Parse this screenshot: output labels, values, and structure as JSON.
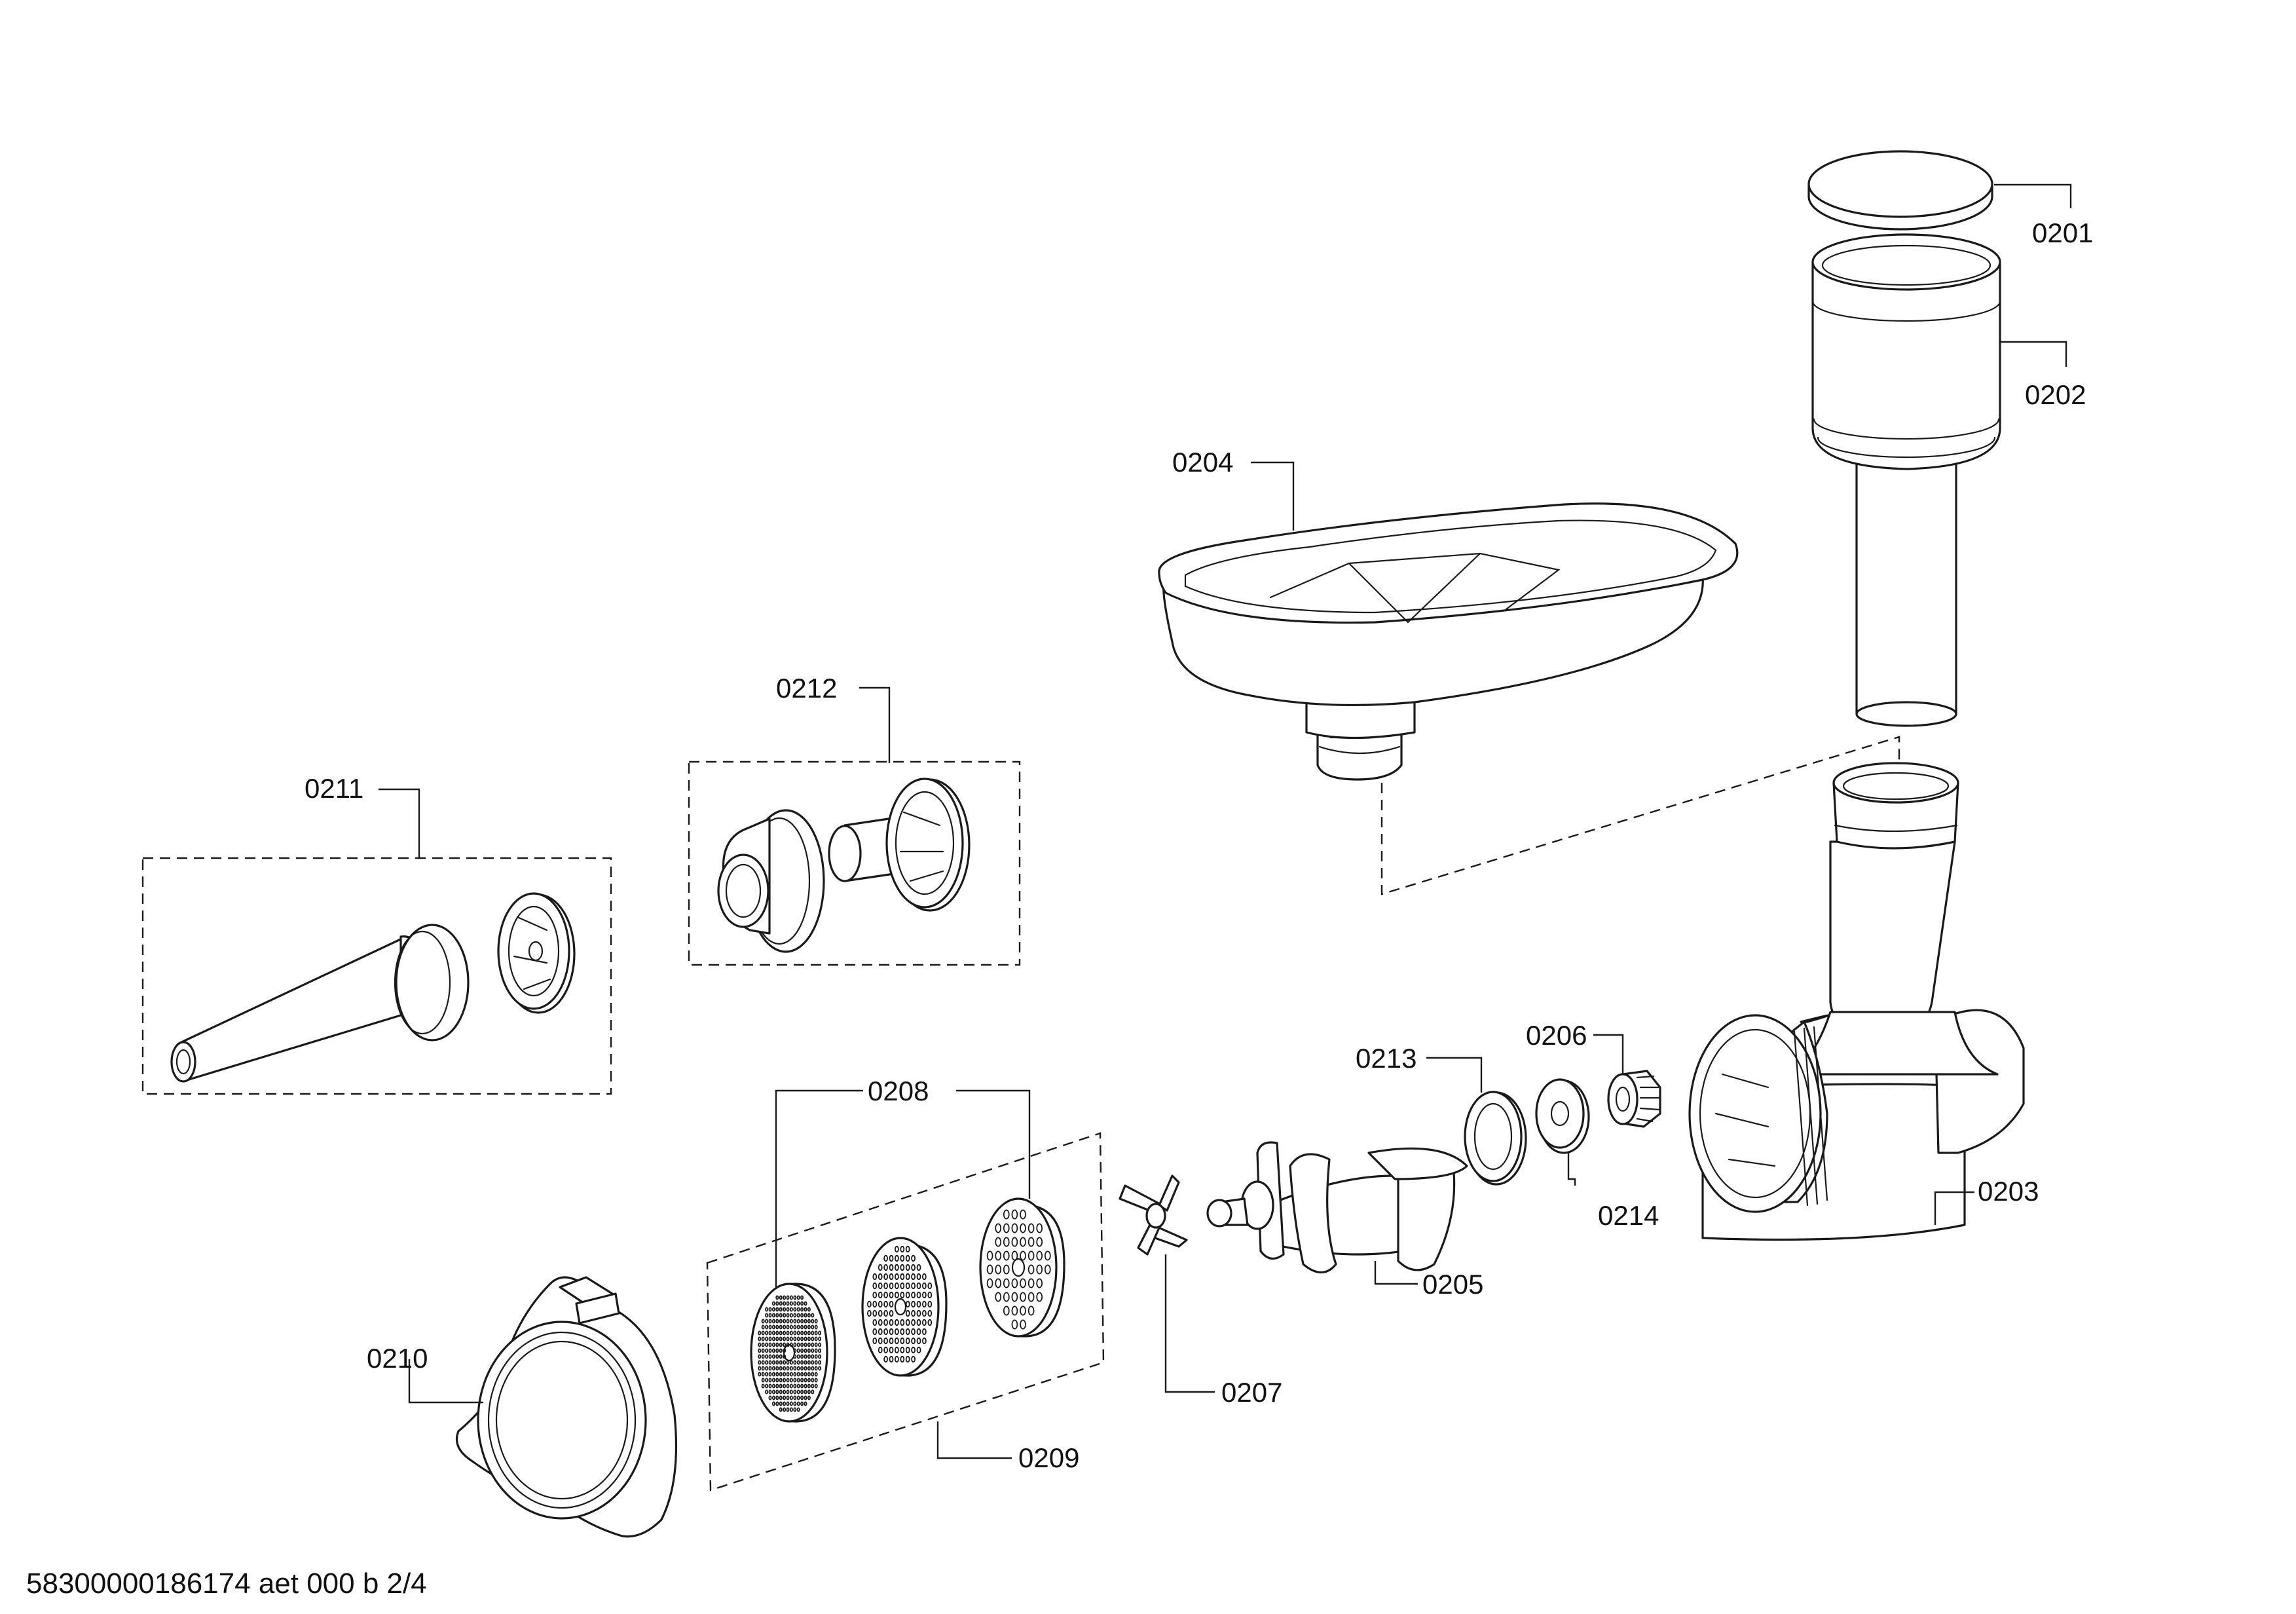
{
  "diagram": {
    "document_code": "58300000186174 aet 000 b 2/4",
    "parts": [
      {
        "number": "0201"
      },
      {
        "number": "0202"
      },
      {
        "number": "0203"
      },
      {
        "number": "0204"
      },
      {
        "number": "0205"
      },
      {
        "number": "0206"
      },
      {
        "number": "0207"
      },
      {
        "number": "0208"
      },
      {
        "number": "0209"
      },
      {
        "number": "0210"
      },
      {
        "number": "0211"
      },
      {
        "number": "0212"
      },
      {
        "number": "0213"
      },
      {
        "number": "0214"
      }
    ]
  }
}
